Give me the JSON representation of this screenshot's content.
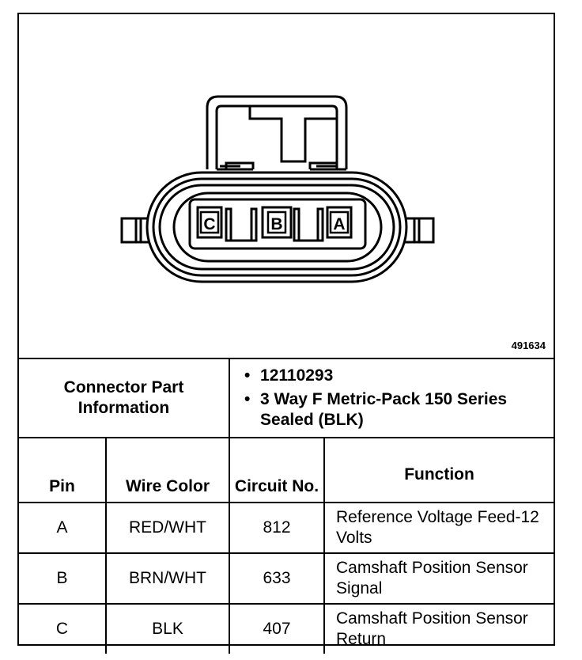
{
  "figure": {
    "number": "491634"
  },
  "connector": {
    "pin_labels": [
      "C",
      "B",
      "A"
    ]
  },
  "part_info": {
    "label": "Connector Part Information",
    "items": [
      "12110293",
      "3 Way F Metric-Pack 150 Series Sealed (BLK)"
    ]
  },
  "table": {
    "headers": [
      "Pin",
      "Wire Color",
      "Circuit No.",
      "Function"
    ],
    "rows": [
      {
        "pin": "A",
        "wire_color": "RED/WHT",
        "circuit": "812",
        "function": "Reference Voltage Feed-12 Volts"
      },
      {
        "pin": "B",
        "wire_color": "BRN/WHT",
        "circuit": "633",
        "function": "Camshaft Position Sensor Signal"
      },
      {
        "pin": "C",
        "wire_color": "BLK",
        "circuit": "407",
        "function": "Camshaft Position Sensor Return"
      }
    ]
  }
}
